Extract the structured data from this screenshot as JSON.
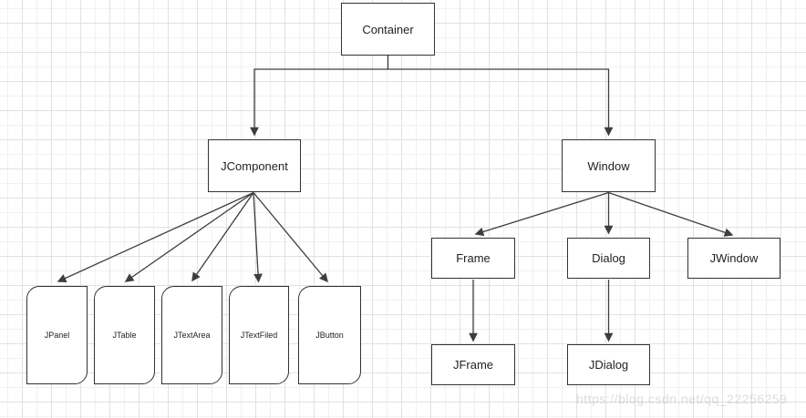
{
  "nodes": {
    "container": {
      "label": "Container"
    },
    "jcomponent": {
      "label": "JComponent"
    },
    "window": {
      "label": "Window"
    },
    "jpanel": {
      "label": "JPanel"
    },
    "jtable": {
      "label": "JTable"
    },
    "jtextarea": {
      "label": "JTextArea"
    },
    "jtextfiled": {
      "label": "JTextFiled"
    },
    "jbutton": {
      "label": "JButton"
    },
    "frame": {
      "label": "Frame"
    },
    "dialog": {
      "label": "Dialog"
    },
    "jwindow": {
      "label": "JWindow"
    },
    "jframe": {
      "label": "JFrame"
    },
    "jdialog": {
      "label": "JDialog"
    }
  },
  "edges": [
    {
      "from": "Container",
      "to": "JComponent"
    },
    {
      "from": "Container",
      "to": "Window"
    },
    {
      "from": "JComponent",
      "to": "JPanel"
    },
    {
      "from": "JComponent",
      "to": "JTable"
    },
    {
      "from": "JComponent",
      "to": "JTextArea"
    },
    {
      "from": "JComponent",
      "to": "JTextFiled"
    },
    {
      "from": "JComponent",
      "to": "JButton"
    },
    {
      "from": "Window",
      "to": "Frame"
    },
    {
      "from": "Window",
      "to": "Dialog"
    },
    {
      "from": "Window",
      "to": "JWindow"
    },
    {
      "from": "Frame",
      "to": "JFrame"
    },
    {
      "from": "Dialog",
      "to": "JDialog"
    }
  ],
  "watermark": {
    "text": "https://blog.csdn.net/qq_22256259"
  },
  "colors": {
    "node_fill": "#ffffff",
    "node_border": "#333333",
    "edge": "#3d3d3d",
    "grid_minor": "#f1f1f1",
    "grid_major": "#e1e1e1",
    "watermark": "#c9c9c9"
  }
}
